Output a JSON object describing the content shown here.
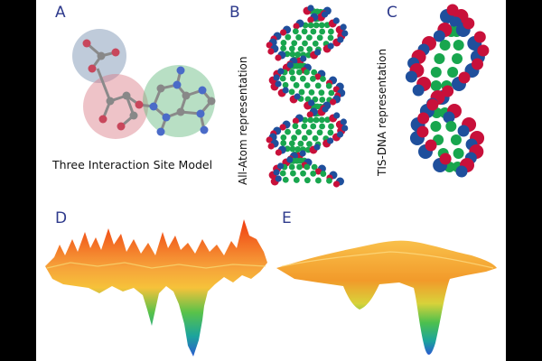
{
  "panels": {
    "a": {
      "letter": "A",
      "caption": "Three Interaction Site Model"
    },
    "b": {
      "letter": "B",
      "caption": "All-Atom representation"
    },
    "c": {
      "letter": "C",
      "caption": "TIS-DNA representation"
    },
    "d": {
      "letter": "D"
    },
    "e": {
      "letter": "E"
    }
  },
  "colors": {
    "letter": "#2e3a8c",
    "sugar_site": "#7f97b5",
    "base_site": "#62b77c",
    "phosphate_site": "#d97a86",
    "atom_blue": "#1f4f9c",
    "atom_red": "#c8103a",
    "atom_green": "#18a64e",
    "surface_high": "#f03c10",
    "surface_mid": "#f6c23a",
    "surface_low": "#2a7bd0"
  }
}
